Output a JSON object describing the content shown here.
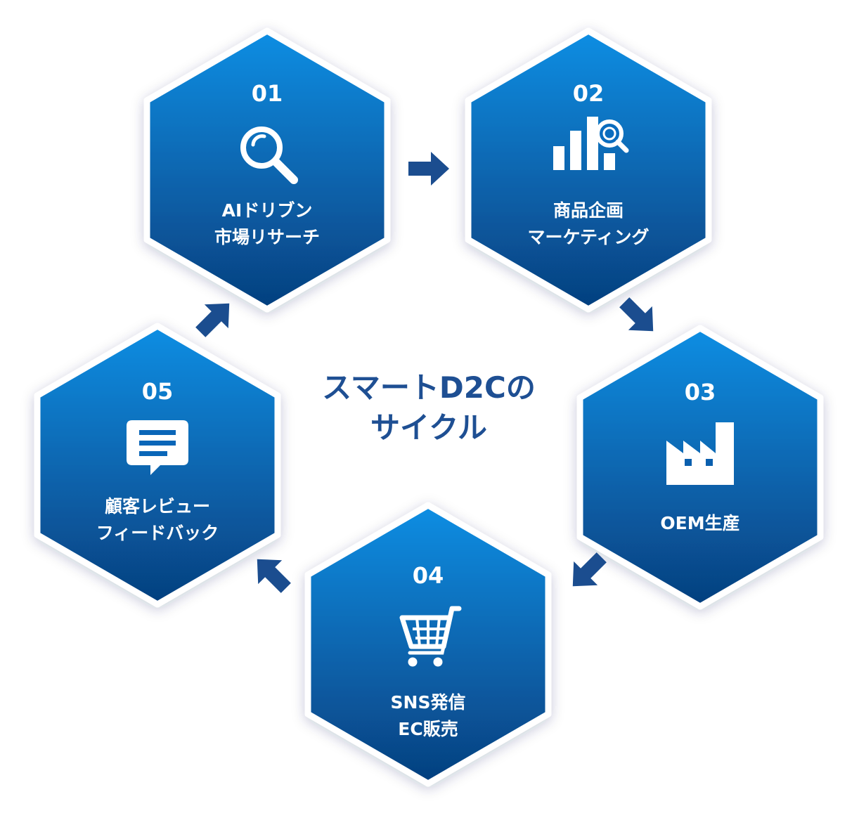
{
  "title": {
    "lines": [
      "スマートD2Cの",
      "サイクル"
    ]
  },
  "steps": [
    {
      "number": "01",
      "icon": "magnifier-icon",
      "lines": [
        "AIドリブン",
        "市場リサーチ"
      ]
    },
    {
      "number": "02",
      "icon": "bar-chart-search-icon",
      "lines": [
        "商品企画",
        "マーケティング"
      ]
    },
    {
      "number": "03",
      "icon": "factory-icon",
      "lines": [
        "OEM生産"
      ]
    },
    {
      "number": "04",
      "icon": "shopping-cart-icon",
      "lines": [
        "SNS発信",
        "EC販売"
      ]
    },
    {
      "number": "05",
      "icon": "speech-bubble-icon",
      "lines": [
        "顧客レビュー",
        "フィードバック"
      ]
    }
  ],
  "colors": {
    "hex_top": "#0a8ee3",
    "hex_bottom": "#063f7e",
    "arrow": "#1b4d8f",
    "title": "#1e4f93",
    "hex_border": "#ffffff"
  }
}
